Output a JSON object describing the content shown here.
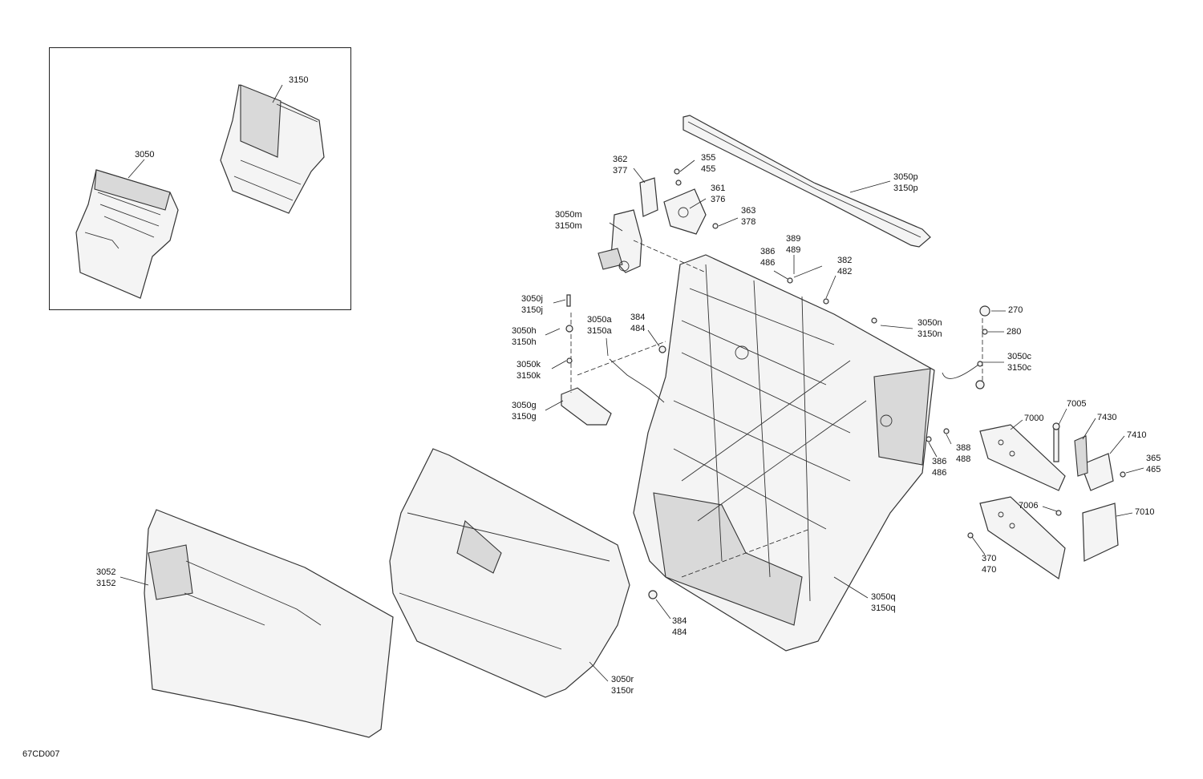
{
  "diagram": {
    "figure_code": "67CD007",
    "callouts": [
      {
        "id": "c3150",
        "lines": [
          "3150"
        ]
      },
      {
        "id": "c3050",
        "lines": [
          "3050"
        ]
      },
      {
        "id": "c362",
        "lines": [
          "362",
          "377"
        ]
      },
      {
        "id": "c355",
        "lines": [
          "355",
          "455"
        ]
      },
      {
        "id": "c361",
        "lines": [
          "361",
          "376"
        ]
      },
      {
        "id": "c363",
        "lines": [
          "363",
          "378"
        ]
      },
      {
        "id": "c3050m",
        "lines": [
          "3050m",
          "3150m"
        ]
      },
      {
        "id": "c3050p",
        "lines": [
          "3050p",
          "3150p"
        ]
      },
      {
        "id": "c389",
        "lines": [
          "389",
          "489"
        ]
      },
      {
        "id": "c386a",
        "lines": [
          "386",
          "486"
        ]
      },
      {
        "id": "c382",
        "lines": [
          "382",
          "482"
        ]
      },
      {
        "id": "c3050j",
        "lines": [
          "3050j",
          "3150j"
        ]
      },
      {
        "id": "c3050a",
        "lines": [
          "3050a",
          "3150a"
        ]
      },
      {
        "id": "c384a",
        "lines": [
          "384",
          "484"
        ]
      },
      {
        "id": "c270",
        "lines": [
          "270"
        ]
      },
      {
        "id": "c3050n",
        "lines": [
          "3050n",
          "3150n"
        ]
      },
      {
        "id": "c280",
        "lines": [
          "280"
        ]
      },
      {
        "id": "c3050h",
        "lines": [
          "3050h",
          "3150h"
        ]
      },
      {
        "id": "c3050c",
        "lines": [
          "3050c",
          "3150c"
        ]
      },
      {
        "id": "c3050k",
        "lines": [
          "3050k",
          "3150k"
        ]
      },
      {
        "id": "c3050g",
        "lines": [
          "3050g",
          "3150g"
        ]
      },
      {
        "id": "c7005",
        "lines": [
          "7005"
        ]
      },
      {
        "id": "c7000",
        "lines": [
          "7000"
        ]
      },
      {
        "id": "c7430",
        "lines": [
          "7430"
        ]
      },
      {
        "id": "c7410",
        "lines": [
          "7410"
        ]
      },
      {
        "id": "c388",
        "lines": [
          "388",
          "488"
        ]
      },
      {
        "id": "c386b",
        "lines": [
          "386",
          "486"
        ]
      },
      {
        "id": "c365",
        "lines": [
          "365",
          "465"
        ]
      },
      {
        "id": "c7006",
        "lines": [
          "7006"
        ]
      },
      {
        "id": "c7010",
        "lines": [
          "7010"
        ]
      },
      {
        "id": "c370",
        "lines": [
          "370",
          "470"
        ]
      },
      {
        "id": "c3052",
        "lines": [
          "3052",
          "3152"
        ]
      },
      {
        "id": "c3050q",
        "lines": [
          "3050q",
          "3150q"
        ]
      },
      {
        "id": "c384b",
        "lines": [
          "384",
          "484"
        ]
      },
      {
        "id": "c3050r",
        "lines": [
          "3050r",
          "3150r"
        ]
      }
    ]
  }
}
